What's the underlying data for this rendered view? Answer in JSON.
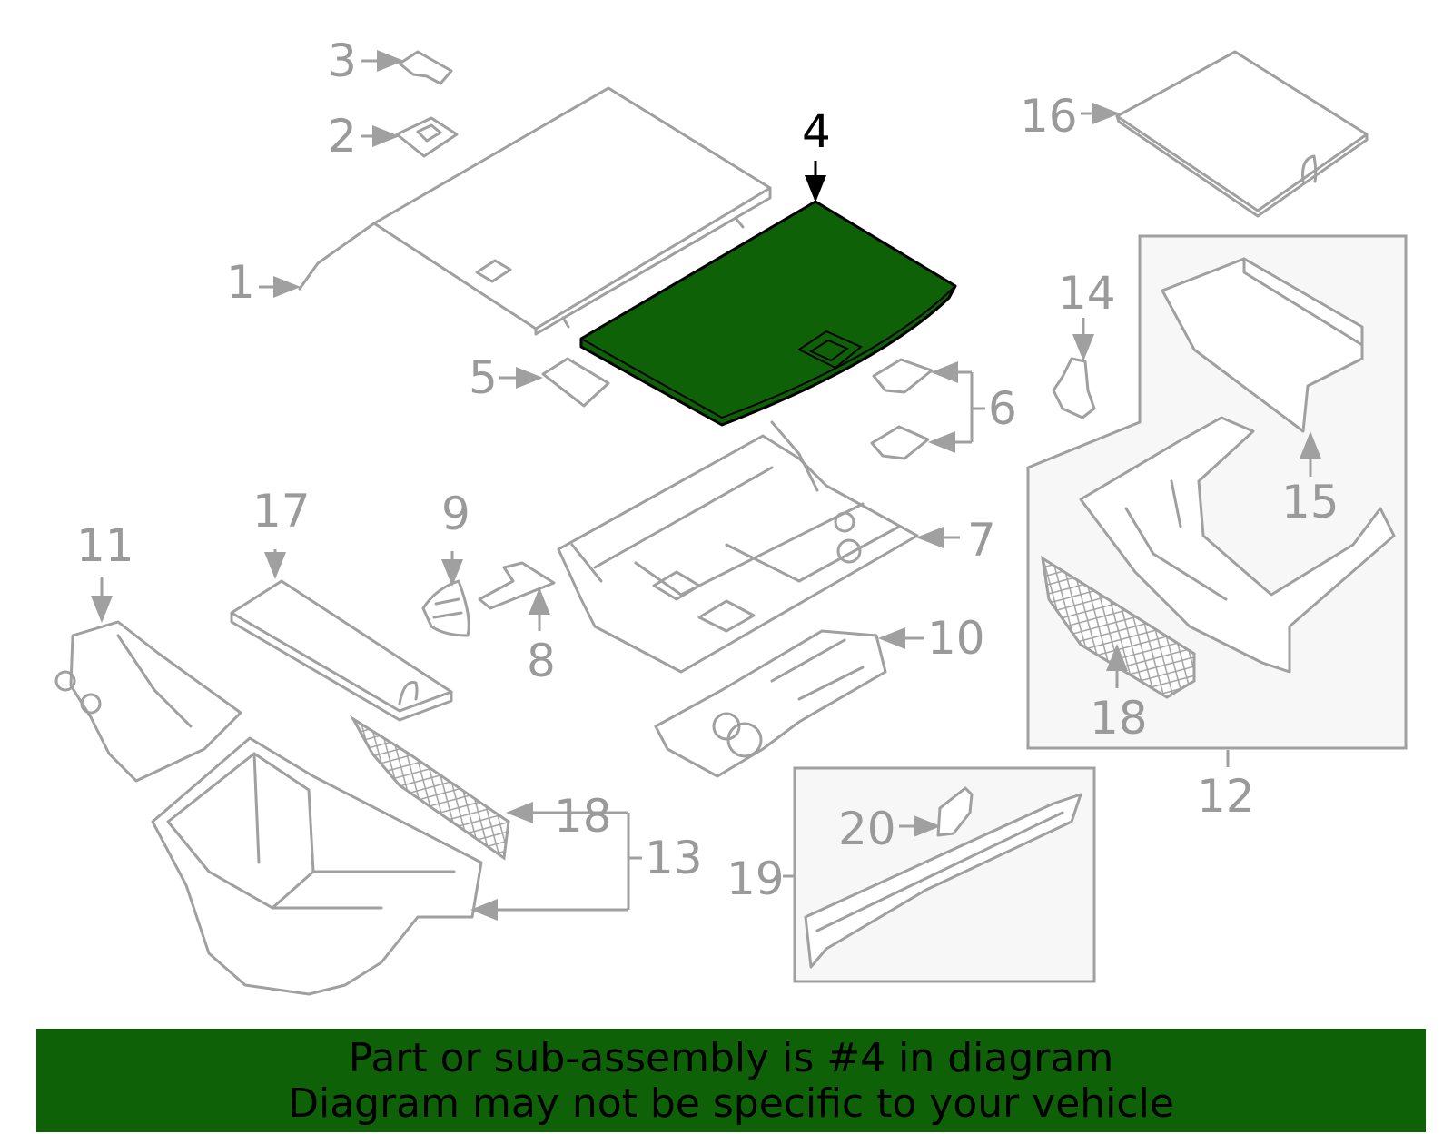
{
  "highlight_color": "#0f6108",
  "callouts": [
    {
      "id": "c1",
      "text": "1"
    },
    {
      "id": "c2",
      "text": "2"
    },
    {
      "id": "c3",
      "text": "3"
    },
    {
      "id": "c4",
      "text": "4",
      "highlighted": true
    },
    {
      "id": "c5",
      "text": "5"
    },
    {
      "id": "c6",
      "text": "6"
    },
    {
      "id": "c7",
      "text": "7"
    },
    {
      "id": "c8",
      "text": "8"
    },
    {
      "id": "c9",
      "text": "9"
    },
    {
      "id": "c10",
      "text": "10"
    },
    {
      "id": "c11",
      "text": "11"
    },
    {
      "id": "c12",
      "text": "12"
    },
    {
      "id": "c13",
      "text": "13"
    },
    {
      "id": "c14",
      "text": "14"
    },
    {
      "id": "c15",
      "text": "15"
    },
    {
      "id": "c16",
      "text": "16"
    },
    {
      "id": "c17",
      "text": "17"
    },
    {
      "id": "c18a",
      "text": "18"
    },
    {
      "id": "c18b",
      "text": "18"
    },
    {
      "id": "c19",
      "text": "19"
    },
    {
      "id": "c20",
      "text": "20"
    }
  ],
  "banner": {
    "line1": "Part or sub-assembly is #4 in diagram",
    "line2": "Diagram may not be specific to your vehicle"
  }
}
